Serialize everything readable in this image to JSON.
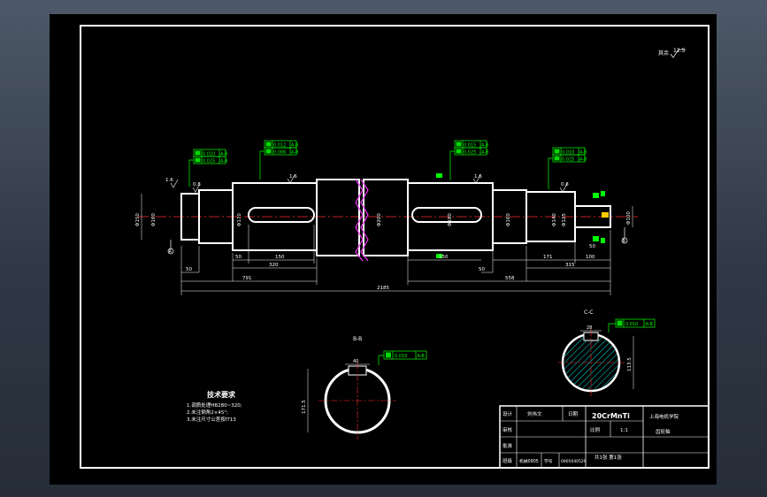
{
  "roughness_note": {
    "label": "其余",
    "value": "12.5"
  },
  "tolerance_frames": {
    "t1": [
      "0.010",
      "A-B"
    ],
    "t2": [
      "0.025",
      "A-B"
    ],
    "t3": [
      "0.012",
      "A-B"
    ],
    "t4": [
      "0.006",
      "A-B"
    ],
    "t5": [
      "0.015",
      "A-B"
    ],
    "t6": [
      "0.025",
      "A-B"
    ],
    "t7": [
      "0.010",
      "A-B"
    ],
    "t8": [
      "0.025",
      "A-B"
    ],
    "sec_b": [
      "0.010",
      "A-B"
    ],
    "sec_c": [
      "0.010",
      "A-B"
    ]
  },
  "roughness_marks": [
    "1.6",
    "0.8",
    "1.6",
    "1.6",
    "0.8"
  ],
  "datums": [
    "A",
    "B"
  ],
  "dimensions": {
    "horizontal": [
      "50",
      "50",
      "150",
      "320",
      "791",
      "150",
      "50",
      "171",
      "315",
      "100",
      "50",
      "558",
      "2185"
    ],
    "vertical": [
      "Φ150",
      "Φ160",
      "Φ170",
      "Φ200",
      "Φ180",
      "Φ160",
      "Φ140",
      "Φ125",
      "Φ100"
    ]
  },
  "section_b": {
    "title": "B-B",
    "key_dim": "40",
    "depth_dim": "171.5"
  },
  "section_c": {
    "title": "C-C",
    "key_dim": "28",
    "depth_dim": "113.5"
  },
  "tech_req": {
    "title": "技术要求",
    "items": [
      "1.调质处理HB280~320;",
      "2.未注倒角2×45°;",
      "3.未注尺寸公差按IT13"
    ]
  },
  "title_block": {
    "designer_label": "设计",
    "designer": "刘伟文",
    "date_label": "日期",
    "check_label": "审核",
    "approve_label": "批准",
    "class_label": "班级",
    "student_id_label": "学号",
    "class": "机械0905",
    "student_id": "0905040529",
    "material": "20CrMnTi",
    "scale_label": "比例",
    "scale": "1:1",
    "school": "上海电机学院",
    "part_name": "齿轮轴",
    "sheet_info": "共1张 第1张"
  }
}
